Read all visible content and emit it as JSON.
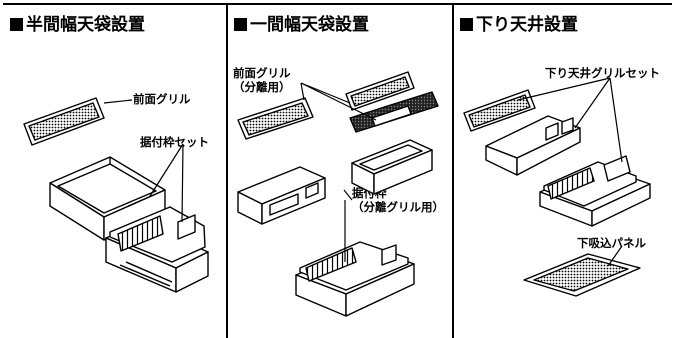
{
  "panels": [
    {
      "title": "半間幅天袋設置",
      "labels": {
        "front_grille": "前面グリル",
        "mount_frame_set": "据付枠セット"
      }
    },
    {
      "title": "一間幅天袋設置",
      "labels": {
        "front_grille_l1": "前面グリル",
        "front_grille_l2": "（分離用）",
        "mount_frame_l1": "据付枠",
        "mount_frame_l2": "（分離グリル用）"
      }
    },
    {
      "title": "下り天井設置",
      "labels": {
        "ceiling_grille_set": "下り天井グリルセット",
        "intake_panel": "下吸込パネル"
      }
    }
  ]
}
